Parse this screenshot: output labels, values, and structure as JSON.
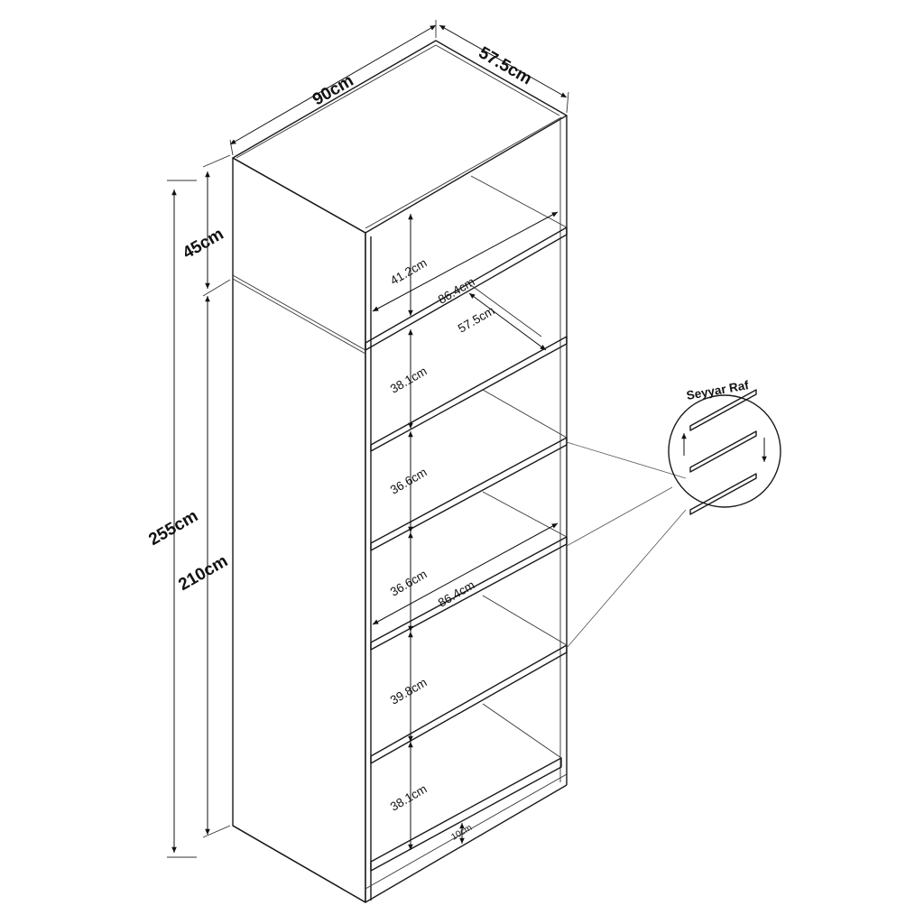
{
  "dimensions": {
    "width": "90cm",
    "depth": "57.5cm",
    "total_height": "255cm",
    "upper_height": "45cm",
    "lower_height": "210cm"
  },
  "inner": {
    "compartments": [
      "41.2cm",
      "38.1cm",
      "36.6cm",
      "36.6cm",
      "39.8cm",
      "38.1cm"
    ],
    "inner_width_top": "86.4cm",
    "inner_depth": "57.5cm",
    "inner_width_mid": "86.4cm",
    "plinth": "10cm"
  },
  "detail": {
    "title": "Seyyar Raf"
  }
}
